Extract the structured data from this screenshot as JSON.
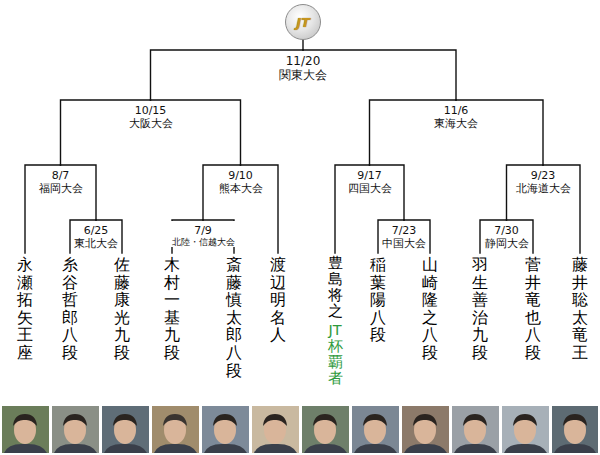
{
  "diagram": {
    "nodes": [
      {
        "text": [
          "JT"
        ]
      },
      {
        "text": [
          "11/20",
          "関東大会"
        ]
      },
      {
        "text": [
          "10/15",
          "大阪大会"
        ]
      },
      {
        "text": [
          "11/6",
          "東海大会"
        ]
      },
      {
        "text": [
          "8/7",
          "福岡大会"
        ]
      },
      {
        "text": [
          "9/10",
          "熊本大会"
        ]
      },
      {
        "text": [
          "9/17",
          "四国大会"
        ]
      },
      {
        "text": [
          "9/23",
          "北海道大会"
        ]
      },
      {
        "text": [
          "6/25",
          "東北大会"
        ]
      },
      {
        "text": [
          "7/9",
          "北陸・信越大会"
        ]
      },
      {
        "text": [
          "7/23",
          "中国大会"
        ]
      },
      {
        "text": [
          "7/30",
          "静岡大会"
        ]
      },
      {
        "text": [
          "永瀬拓矢王座"
        ]
      },
      {
        "text": [
          "糸谷哲郎八段"
        ]
      },
      {
        "text": [
          "佐藤康光九段"
        ]
      },
      {
        "text": [
          "木村一基九段"
        ]
      },
      {
        "text": [
          "斎藤慎太郎八段"
        ]
      },
      {
        "text": [
          "渡辺明名人"
        ]
      },
      {
        "text": [
          "豊島将之",
          "JT杯覇者"
        ]
      },
      {
        "text": [
          "稲葉陽八段"
        ]
      },
      {
        "text": [
          "山崎隆之八段"
        ]
      },
      {
        "text": [
          "羽生善治九段"
        ]
      },
      {
        "text": [
          "菅井竜也八段"
        ]
      },
      {
        "text": [
          "藤井聡太竜王"
        ]
      }
    ],
    "edges": [
      {
        "from": 1,
        "to": 0,
        "arrow": "none"
      },
      {
        "from": 2,
        "to": 1,
        "arrow": "none"
      },
      {
        "from": 3,
        "to": 1,
        "arrow": "none"
      },
      {
        "from": 4,
        "to": 2,
        "arrow": "none"
      },
      {
        "from": 5,
        "to": 2,
        "arrow": "none"
      },
      {
        "from": 6,
        "to": 3,
        "arrow": "none"
      },
      {
        "from": 7,
        "to": 3,
        "arrow": "none"
      },
      {
        "from": 12,
        "to": 4,
        "arrow": "none"
      },
      {
        "from": 8,
        "to": 4,
        "arrow": "none"
      },
      {
        "from": 13,
        "to": 8,
        "arrow": "none"
      },
      {
        "from": 14,
        "to": 8,
        "arrow": "none"
      },
      {
        "from": 9,
        "to": 5,
        "arrow": "none"
      },
      {
        "from": 17,
        "to": 5,
        "arrow": "none"
      },
      {
        "from": 15,
        "to": 9,
        "arrow": "none"
      },
      {
        "from": 16,
        "to": 9,
        "arrow": "none"
      },
      {
        "from": 18,
        "to": 6,
        "arrow": "none"
      },
      {
        "from": 10,
        "to": 6,
        "arrow": "none"
      },
      {
        "from": 19,
        "to": 10,
        "arrow": "none"
      },
      {
        "from": 20,
        "to": 10,
        "arrow": "none"
      },
      {
        "from": 11,
        "to": 7,
        "arrow": "none"
      },
      {
        "from": 23,
        "to": 7,
        "arrow": "none"
      },
      {
        "from": 21,
        "to": 11,
        "arrow": "none"
      },
      {
        "from": 22,
        "to": 11,
        "arrow": "none"
      }
    ]
  }
}
